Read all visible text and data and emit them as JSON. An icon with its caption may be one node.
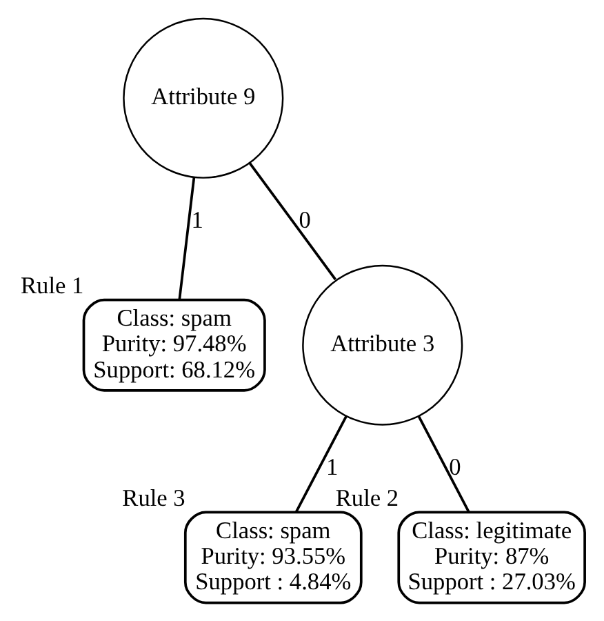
{
  "diagram": {
    "nodes": [
      {
        "text": [
          "Attribute 9"
        ]
      },
      {
        "text": [
          "Class: spam",
          "Purity: 97.48%",
          "Support: 68.12%"
        ],
        "beside": [
          "Rule 1"
        ]
      },
      {
        "text": [
          "Attribute 3"
        ]
      },
      {
        "text": [
          "Class: spam",
          "Purity: 93.55%",
          "Support : 4.84%"
        ],
        "beside": [
          "Rule 3"
        ]
      },
      {
        "text": [
          "Class: legitimate",
          "Purity: 87%",
          "Support : 27.03%"
        ],
        "beside": [
          "Rule 2"
        ]
      }
    ],
    "edges": [
      {
        "from": 0,
        "to": 1,
        "arrow": "none",
        "label": "1"
      },
      {
        "from": 0,
        "to": 2,
        "arrow": "none",
        "label": "0"
      },
      {
        "from": 2,
        "to": 3,
        "arrow": "none",
        "label": "1"
      },
      {
        "from": 2,
        "to": 4,
        "arrow": "none",
        "label": "0"
      }
    ]
  }
}
